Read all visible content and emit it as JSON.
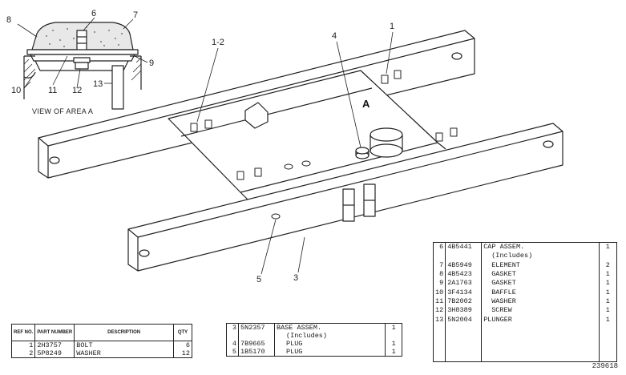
{
  "inset": {
    "title": "VIEW OF AREA A",
    "callouts": [
      "8",
      "6",
      "7",
      "9",
      "10",
      "11",
      "12",
      "13"
    ]
  },
  "main": {
    "area_label": "A",
    "callouts": [
      "1-2",
      "4",
      "1",
      "5",
      "3"
    ]
  },
  "table_left": {
    "headers": [
      "REF NO.",
      "PART NUMBER",
      "DESCRIPTION",
      "QTY"
    ],
    "rows": [
      {
        "ref": "1",
        "part": "2H3757",
        "desc": "BOLT",
        "qty": "6"
      },
      {
        "ref": "2",
        "part": "5P8249",
        "desc": "WASHER",
        "qty": "12"
      }
    ]
  },
  "table_mid": {
    "rows": [
      {
        "ref": "3",
        "part": "5N2357",
        "desc": "BASE ASSEM.",
        "qty": "1"
      },
      {
        "ref": "",
        "part": "",
        "desc": "(Includes)",
        "qty": ""
      },
      {
        "ref": "4",
        "part": "7B9665",
        "desc": "PLUG",
        "qty": "1"
      },
      {
        "ref": "5",
        "part": "1B5170",
        "desc": "PLUG",
        "qty": "1"
      }
    ]
  },
  "table_right": {
    "rows": [
      {
        "ref": "6",
        "part": "4B5441",
        "desc": "CAP ASSEM.",
        "qty": "1"
      },
      {
        "ref": "",
        "part": "",
        "desc": "(Includes)",
        "qty": ""
      },
      {
        "ref": "7",
        "part": "4B5949",
        "desc": "ELEMENT",
        "qty": "2"
      },
      {
        "ref": "8",
        "part": "4B5423",
        "desc": "GASKET",
        "qty": "1"
      },
      {
        "ref": "9",
        "part": "2A1763",
        "desc": "GASKET",
        "qty": "1"
      },
      {
        "ref": "10",
        "part": "3F4134",
        "desc": "BAFFLE",
        "qty": "1"
      },
      {
        "ref": "11",
        "part": "7B2002",
        "desc": "WASHER",
        "qty": "1"
      },
      {
        "ref": "12",
        "part": "3H8389",
        "desc": "SCREW",
        "qty": "1"
      },
      {
        "ref": "13",
        "part": "5N2004",
        "desc": "PLUNGER",
        "qty": "1"
      }
    ]
  },
  "drawing_number": "239618"
}
